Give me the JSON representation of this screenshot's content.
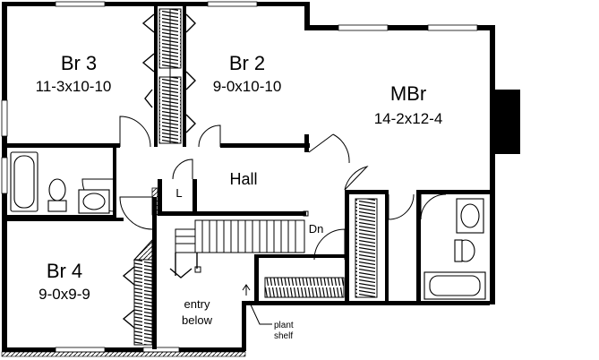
{
  "rooms": {
    "br3": {
      "name": "Br 3",
      "dims": "11-3x10-10"
    },
    "br2": {
      "name": "Br 2",
      "dims": "9-0x10-10"
    },
    "mbr": {
      "name": "MBr",
      "dims": "14-2x12-4"
    },
    "br4": {
      "name": "Br 4",
      "dims": "9-0x9-9"
    },
    "hall": {
      "name": "Hall"
    }
  },
  "labels": {
    "linen": "L",
    "down": "Dn",
    "entry_line1": "entry",
    "entry_line2": "below",
    "plant_line1": "plant",
    "plant_line2": "shelf"
  }
}
